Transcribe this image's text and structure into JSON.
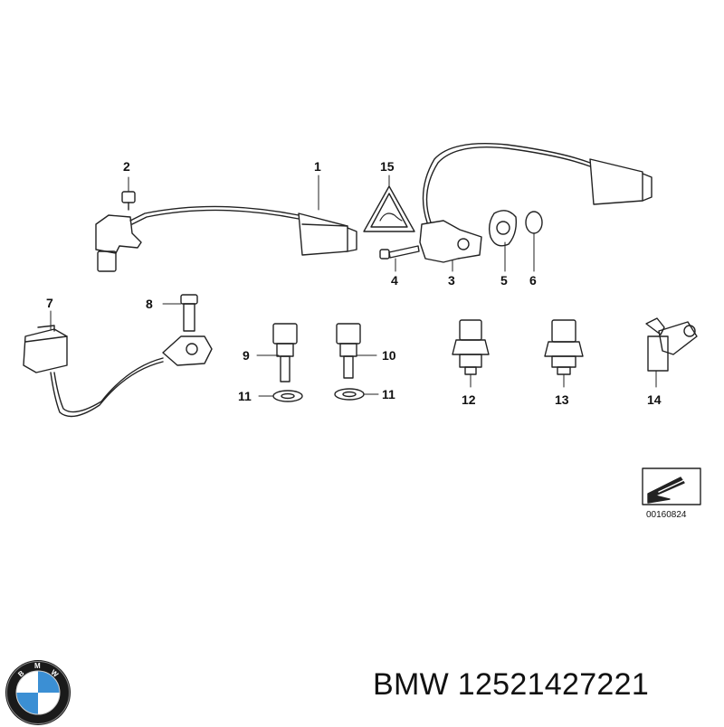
{
  "diagram": {
    "callouts": {
      "c1": "1",
      "c2": "2",
      "c3": "3",
      "c4": "4",
      "c5": "5",
      "c6": "6",
      "c7": "7",
      "c8": "8",
      "c9": "9",
      "c10": "10",
      "c11a": "11",
      "c11b": "11",
      "c12": "12",
      "c13": "13",
      "c14": "14",
      "c15": "15"
    },
    "reference_number": "00160824"
  },
  "logo": {
    "letters": [
      "B",
      "M",
      "W"
    ],
    "colors": {
      "blue": "#3b8fd4",
      "white": "#ffffff",
      "ring": "#1a1a1a"
    }
  },
  "part_label": "BMW 12521427221"
}
